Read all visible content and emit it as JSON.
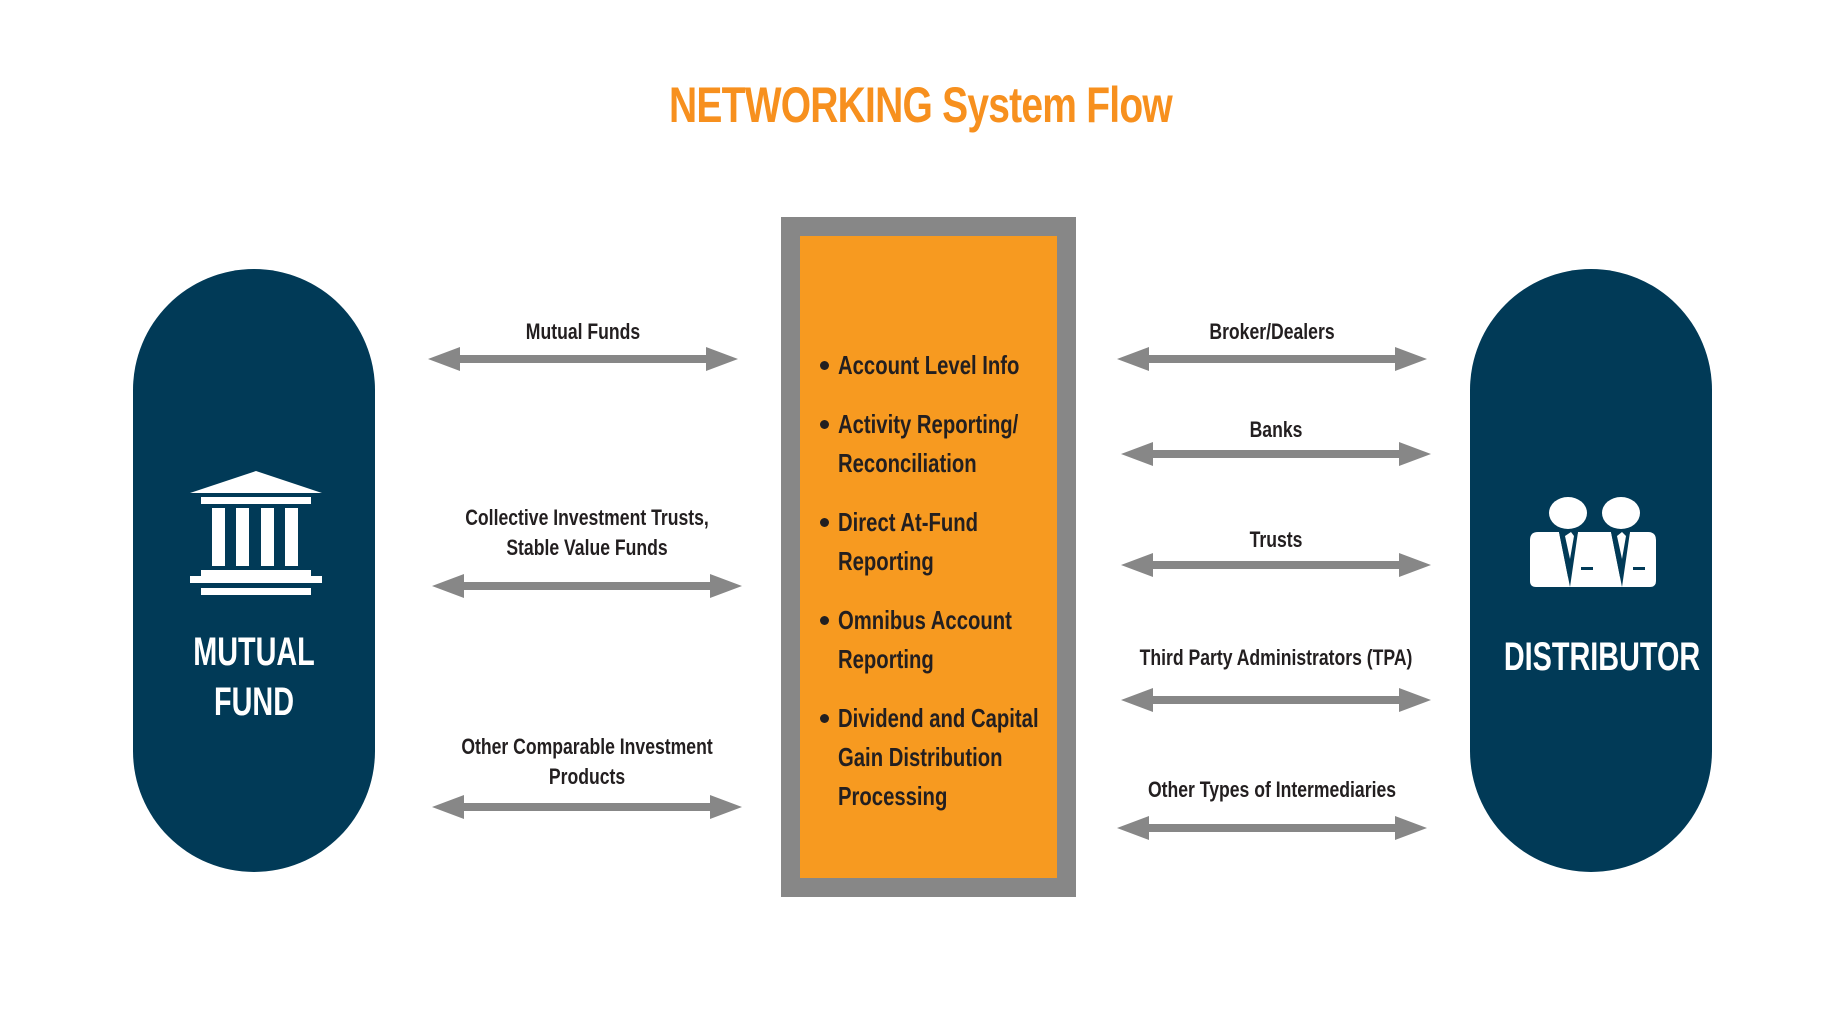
{
  "title": "NETWORKING System Flow",
  "colors": {
    "title": "#F7901E",
    "pill": "#013A57",
    "center_fill": "#F79A20",
    "center_border": "#878787",
    "arrow": "#878787",
    "text": "#231F20"
  },
  "left_entity": {
    "label_line1": "MUTUAL",
    "label_line2": "FUND",
    "icon": "bank-building-icon"
  },
  "right_entity": {
    "label": "DISTRIBUTOR",
    "icon": "two-businessmen-icon"
  },
  "center_box": {
    "items": [
      "Account Level Info",
      "Activity Reporting/ Reconciliation",
      "Direct At-Fund Reporting",
      "Omnibus Account Reporting",
      "Dividend and Capital Gain Distribution Processing"
    ],
    "items_lines": [
      [
        "Account Level Info"
      ],
      [
        "Activity Reporting/",
        "Reconciliation"
      ],
      [
        "Direct At-Fund",
        "Reporting"
      ],
      [
        "Omnibus Account",
        "Reporting"
      ],
      [
        "Dividend and Capital",
        "Gain Distribution",
        "Processing"
      ]
    ]
  },
  "left_flows": [
    {
      "line1": "Mutual Funds",
      "line2": ""
    },
    {
      "line1": "Collective Investment Trusts,",
      "line2": "Stable Value Funds"
    },
    {
      "line1": "Other Comparable Investment",
      "line2": "Products"
    }
  ],
  "right_flows": [
    {
      "line1": "Broker/Dealers"
    },
    {
      "line1": "Banks"
    },
    {
      "line1": "Trusts"
    },
    {
      "line1": "Third Party Administrators (TPA)"
    },
    {
      "line1": "Other Types of Intermediaries"
    }
  ]
}
